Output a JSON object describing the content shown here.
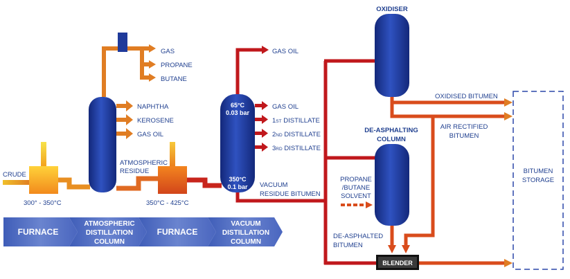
{
  "colors": {
    "dark_red": "#c0181c",
    "orange": "#e07d23",
    "red_orange": "#d94c1c",
    "column_blue": "#1f3a9a",
    "label_blue": "#1f3f8f",
    "banner_blue": "#5b74c4"
  },
  "labels": {
    "gas": "GAS",
    "propane": "PROPANE",
    "butane": "BUTANE",
    "naphtha": "NAPHTHA",
    "kerosene": "KEROSENE",
    "gas_oil_atm": "GAS OIL",
    "crude": "CRUDE",
    "atm_residue_1": "ATMOSPHERIC",
    "atm_residue_2": "RESIDUE",
    "furnace1_temp": "300° - 350°C",
    "furnace2_temp": "350°C - 425°C",
    "vac_top_temp": "65°C",
    "vac_top_pres": "0.03 bar",
    "vac_bot_temp": "350°C",
    "vac_bot_pres": "0.1 bar",
    "gas_oil_top": "GAS OIL",
    "gas_oil_vac": "GAS OIL",
    "dist1_num": "1",
    "dist1_sup": "ST",
    "dist2_num": "2",
    "dist2_sup": "ND",
    "dist3_num": "3",
    "dist3_sup": "RD",
    "distillate": " DISTILLATE",
    "vac_residue_1": "VACUUM",
    "vac_residue_2": "RESIDUE BITUMEN",
    "oxidiser": "OXIDISER",
    "oxidised_bitumen": "OXIDISED BITUMEN",
    "air_rectified_1": "AIR RECTIFIED",
    "air_rectified_2": "BITUMEN",
    "deasph_col_1": "DE-ASPHALTING",
    "deasph_col_2": "COLUMN",
    "propane_solvent_1": "PROPANE",
    "propane_solvent_2": "/BUTANE",
    "propane_solvent_3": "SOLVENT",
    "deasphalted_1": "DE-ASPHALTED",
    "deasphalted_2": "BITUMEN",
    "blender": "BLENDER",
    "storage_1": "BITUMEN",
    "storage_2": "STORAGE"
  },
  "banner": {
    "furnace_1": "FURNACE",
    "atm_col_1": "ATMOSPHERIC",
    "atm_col_2": "DISTILLATION",
    "atm_col_3": "COLUMN",
    "furnace_2": "FURNACE",
    "vac_col_1": "VACUUM",
    "vac_col_2": "DISTILLATION",
    "vac_col_3": "COLUMN"
  }
}
